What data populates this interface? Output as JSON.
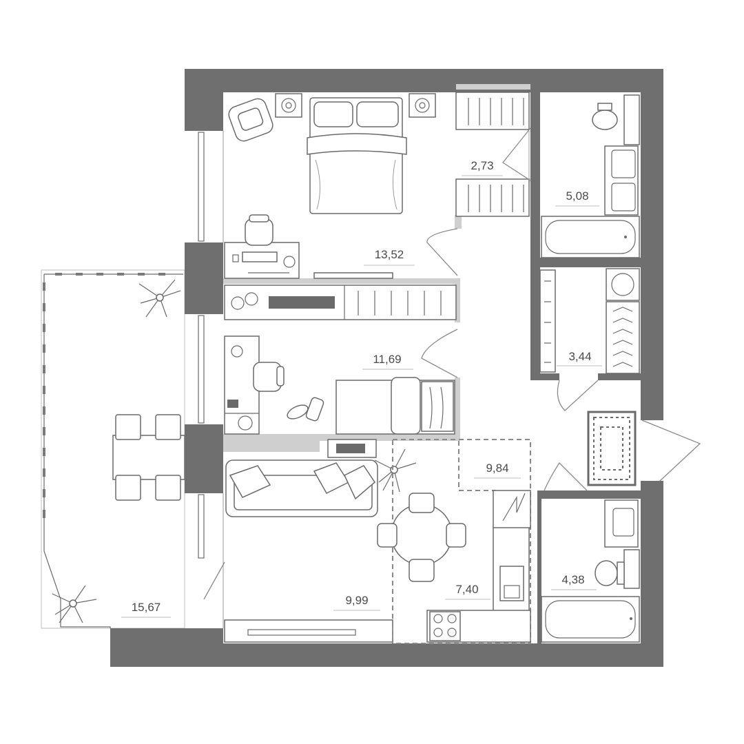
{
  "rooms": [
    {
      "id": "bedroom",
      "area": "13,52"
    },
    {
      "id": "hall-closet",
      "area": "2,73"
    },
    {
      "id": "bathroom-1",
      "area": "5,08"
    },
    {
      "id": "kids-room",
      "area": "11,69"
    },
    {
      "id": "laundry",
      "area": "3,44"
    },
    {
      "id": "hallway",
      "area": "9,84"
    },
    {
      "id": "kitchen",
      "area": "7,40"
    },
    {
      "id": "living-room",
      "area": "9,99"
    },
    {
      "id": "bathroom-2",
      "area": "4,38"
    },
    {
      "id": "balcony",
      "area": "15,67"
    }
  ],
  "colors": {
    "wall": "#6f6f6f",
    "line": "#6a6a6a",
    "fill": "#ffffff"
  }
}
